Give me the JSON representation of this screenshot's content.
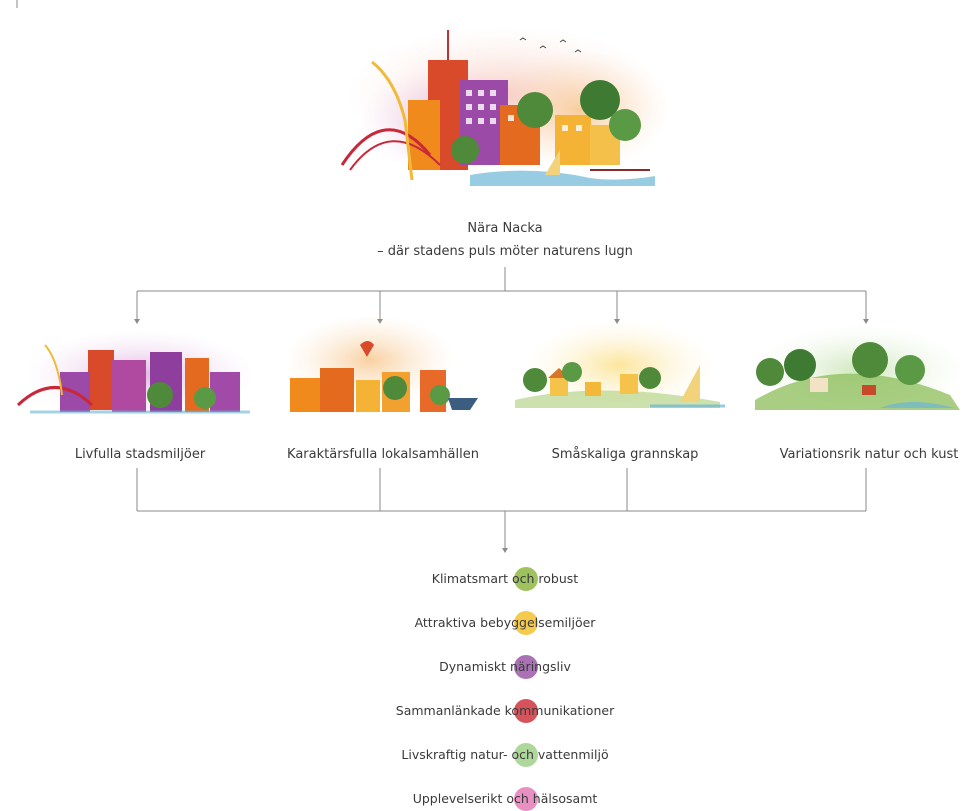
{
  "title": {
    "line1": "Nära Nacka",
    "line2": "– där stadens puls möter naturens lugn"
  },
  "categories": [
    {
      "label": "Livfulla stadsmiljöer",
      "icon": "city-illustration-icon"
    },
    {
      "label": "Karaktärsfulla lokalsamhällen",
      "icon": "town-illustration-icon"
    },
    {
      "label": "Småskaliga grannskap",
      "icon": "village-illustration-icon"
    },
    {
      "label": "Variationsrik natur och kust",
      "icon": "nature-illustration-icon"
    }
  ],
  "goals": [
    {
      "label": "Klimatsmart och robust",
      "color": "#8db842"
    },
    {
      "label": "Attraktiva bebyggelsemiljöer",
      "color": "#f2c230"
    },
    {
      "label": "Dynamiskt näringsliv",
      "color": "#9b59a8"
    },
    {
      "label": "Sammanlänkade kommunikationer",
      "color": "#d0353e"
    },
    {
      "label": "Livskraftig natur- och vattenmiljö",
      "color": "#9fd08a"
    },
    {
      "label": "Upplevelserikt och hälsosamt",
      "color": "#e57cb8"
    }
  ]
}
